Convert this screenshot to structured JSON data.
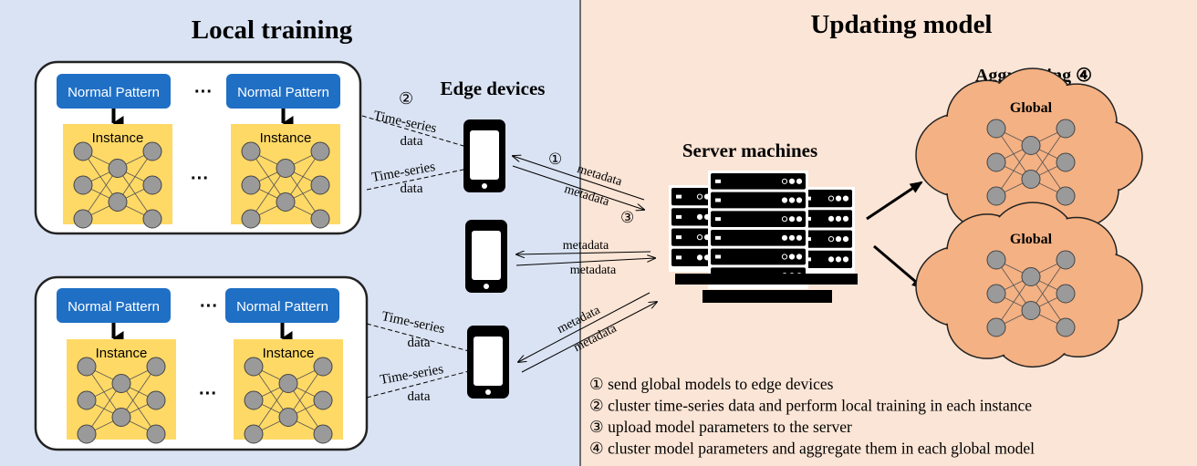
{
  "sections": {
    "left_title": "Local training",
    "right_title": "Updating model"
  },
  "labels": {
    "edge_devices": "Edge devices",
    "server_machines": "Server machines",
    "aggregating": "Aggregating ④",
    "global": "Global",
    "normal_pattern": "Normal Pattern",
    "instance": "Instance",
    "ellipsis": "···",
    "time_series": "Time-series",
    "data": "data",
    "metadata": "metadata",
    "step1": "①",
    "step2": "②",
    "step3": "③"
  },
  "legend": [
    "① send global models to edge devices",
    "② cluster time-series data and perform local training in each instance",
    "③ upload model parameters to the server",
    "④ cluster model parameters and aggregate them in each global model"
  ],
  "colors": {
    "left_bg": "#dae3f3",
    "right_bg": "#fbe5d6",
    "pattern_box": "#1f6fc5",
    "instance_box": "#ffd966",
    "node": "#9a9a9a",
    "cloud": "#f4b183"
  }
}
